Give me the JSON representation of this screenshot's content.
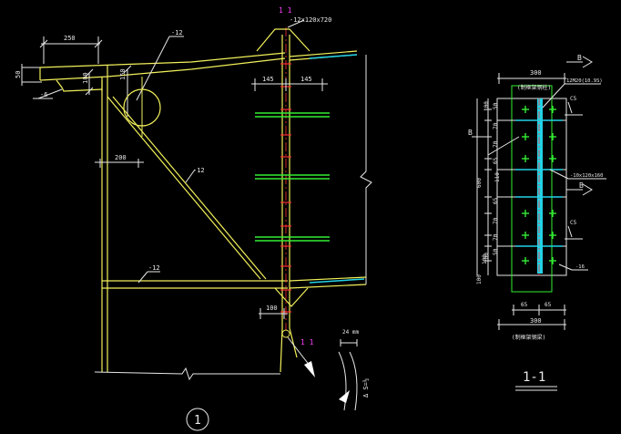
{
  "left_view": {
    "dims": {
      "d250": "250",
      "d50": "50",
      "d100": "100",
      "d150": "150",
      "d200": "200",
      "d145a": "145",
      "d145b": "145",
      "d100b": "100"
    },
    "callouts": {
      "plate12_top": "-12",
      "plate12_diag": "-12",
      "plate12_bottom": "-12",
      "plate6": "-6",
      "col_plate": "-12x120x720"
    },
    "section_mark_top": "1  1",
    "section_mark_bottom": "1  1",
    "weld_small": "24 mm",
    "weld_big": "Δ S=½",
    "detail_number": "1"
  },
  "right_view": {
    "title_top": "300",
    "title_top_sub": "(制框架钢柱)",
    "bolt_spec": "12M20(10.9S)",
    "plate_spec": "-10x120x160",
    "weld_note": "-16",
    "dims_left": [
      "100",
      "50",
      "70",
      "70",
      "65",
      "110",
      "65",
      "70",
      "70",
      "50",
      "100"
    ],
    "dim_total": "600",
    "dim_bot_a": "100",
    "dim_bot_b": "100",
    "dims_bottom": [
      "65",
      "65"
    ],
    "title_bottom": "300",
    "title_bottom_sub": "(制框架钢梁)",
    "section_letter_top": "B",
    "section_letter_mid": "B",
    "section_letter_left": "B",
    "weld_a": "C5",
    "weld_b": "C5",
    "section_label": "1-1"
  }
}
